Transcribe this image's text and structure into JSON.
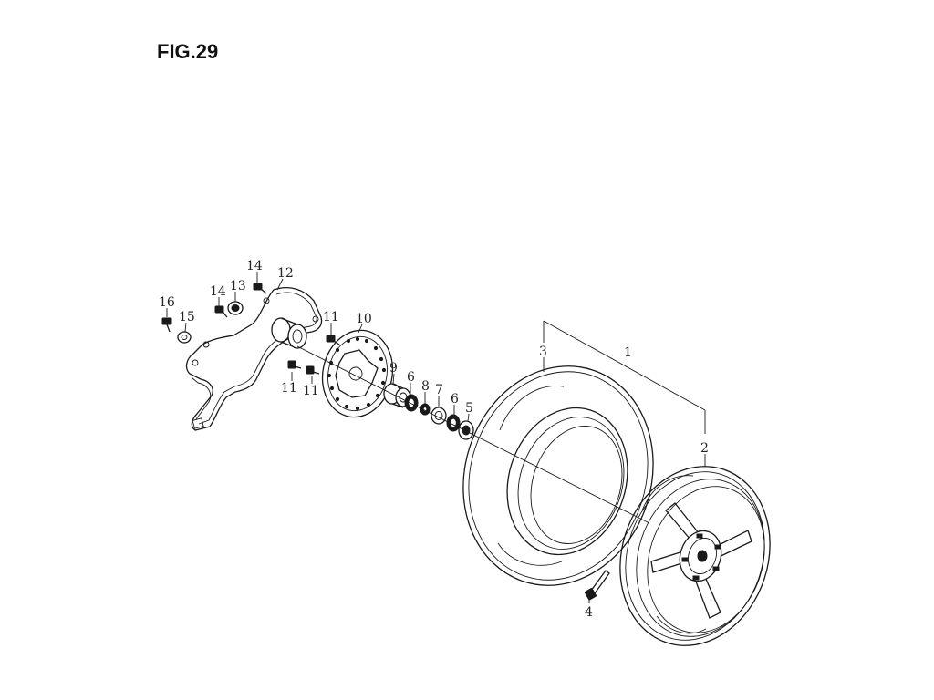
{
  "figure": {
    "title": "FIG.29"
  },
  "callouts": {
    "c1": "1",
    "c2": "2",
    "c3": "3",
    "c4": "4",
    "c5": "5",
    "c6a": "6",
    "c6b": "6",
    "c7": "7",
    "c8": "8",
    "c9": "9",
    "c10": "10",
    "c11a": "11",
    "c11b": "11",
    "c11c": "11",
    "c12": "12",
    "c13": "13",
    "c14a": "14",
    "c14b": "14",
    "c15": "15",
    "c16": "16"
  },
  "colors": {
    "ink": "#1a1a1a",
    "background": "#ffffff"
  }
}
